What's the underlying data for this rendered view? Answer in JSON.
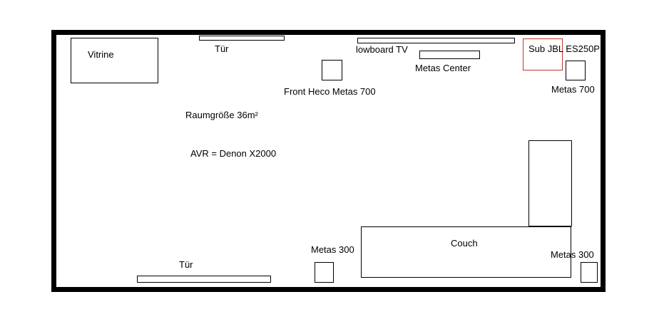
{
  "floorplan": {
    "labels": {
      "vitrine": "Vitrine",
      "door_top": "Tür",
      "lowboard": "lowboard TV",
      "center": "Metas Center",
      "sub": "Sub JBL ES250P",
      "front_left": "Front Heco Metas 700",
      "front_right": "Metas 700",
      "room_size": "Raumgröße 36m²",
      "avr": "AVR = Denon X2000",
      "couch": "Couch",
      "rear_left": "Metas 300",
      "rear_right": "Metas 300",
      "door_bottom": "Tür"
    },
    "colors": {
      "walls": "#000000",
      "outline": "#000000",
      "subwoofer": "#c0392b"
    }
  }
}
